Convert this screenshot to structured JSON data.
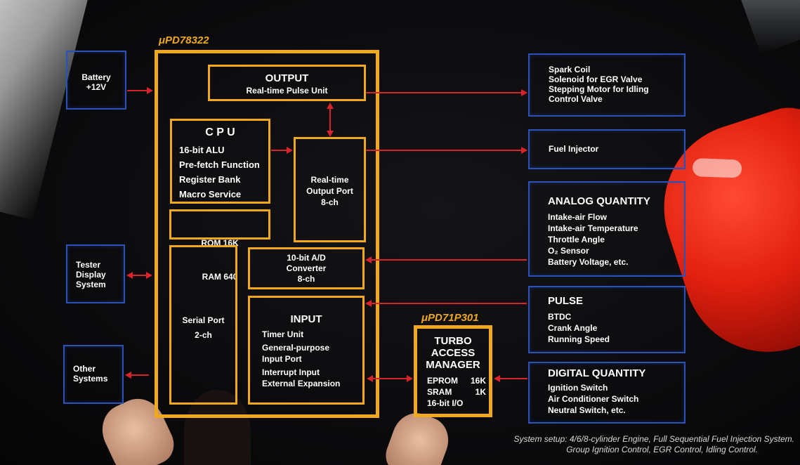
{
  "main_chip": {
    "label": "μPD78322",
    "output": {
      "title": "OUTPUT",
      "sub": "Real-time Pulse Unit"
    },
    "cpu": {
      "title": "C P U",
      "items": [
        "16-bit ALU",
        "Pre-fetch Function",
        "Register Bank",
        "Macro Service"
      ]
    },
    "rtop": {
      "lines": [
        "Real-time",
        "Output Port",
        "8-ch"
      ]
    },
    "memory": {
      "rom": "ROM   16K",
      "ram": "RAM   640"
    },
    "adc": {
      "lines": [
        "10-bit A/D",
        "Converter",
        "8-ch"
      ]
    },
    "serial": {
      "lines": [
        "Serial Port",
        "2-ch"
      ]
    },
    "input": {
      "title": "INPUT",
      "items": [
        "Timer Unit",
        "General-purpose",
        "Input Port",
        "Interrupt Input",
        "External Expansion"
      ]
    }
  },
  "tam_chip": {
    "label": "μPD71P301",
    "title": [
      "TURBO",
      "ACCESS",
      "MANAGER"
    ],
    "rows": [
      {
        "name": "EPROM",
        "value": "16K"
      },
      {
        "name": "SRAM",
        "value": "1K"
      },
      {
        "name": "16-bit I/O",
        "value": ""
      }
    ]
  },
  "left_boxes": {
    "battery": [
      "Battery",
      "+12V"
    ],
    "tester": [
      "Tester",
      "Display",
      "System"
    ],
    "other": [
      "Other",
      "Systems"
    ]
  },
  "right_boxes": {
    "outputs": [
      "Spark Coil",
      "Solenoid for EGR Valve",
      "Stepping Motor for Idling",
      "Control Valve"
    ],
    "fuel": "Fuel Injector",
    "analog": {
      "title": "ANALOG QUANTITY",
      "items": [
        "Intake-air Flow",
        "Intake-air Temperature",
        "Throttle Angle",
        "O₂ Sensor",
        "Battery Voltage, etc."
      ]
    },
    "pulse": {
      "title": "PULSE",
      "items": [
        "BTDC",
        "Crank Angle",
        "Running Speed"
      ]
    },
    "digital": {
      "title": "DIGITAL QUANTITY",
      "items": [
        "Ignition Switch",
        "Air Conditioner Switch",
        "Neutral Switch, etc."
      ]
    }
  },
  "caption": {
    "line1": "System setup: 4/6/8-cylinder Engine, Full Sequential Fuel Injection System.",
    "line2": "Group Ignition Control, EGR Control, Idling Control."
  },
  "colors": {
    "chip_border": "#f0a91e",
    "io_border": "#2a52b8",
    "arrow": "#d8232a",
    "background": "#0a0a0c"
  }
}
